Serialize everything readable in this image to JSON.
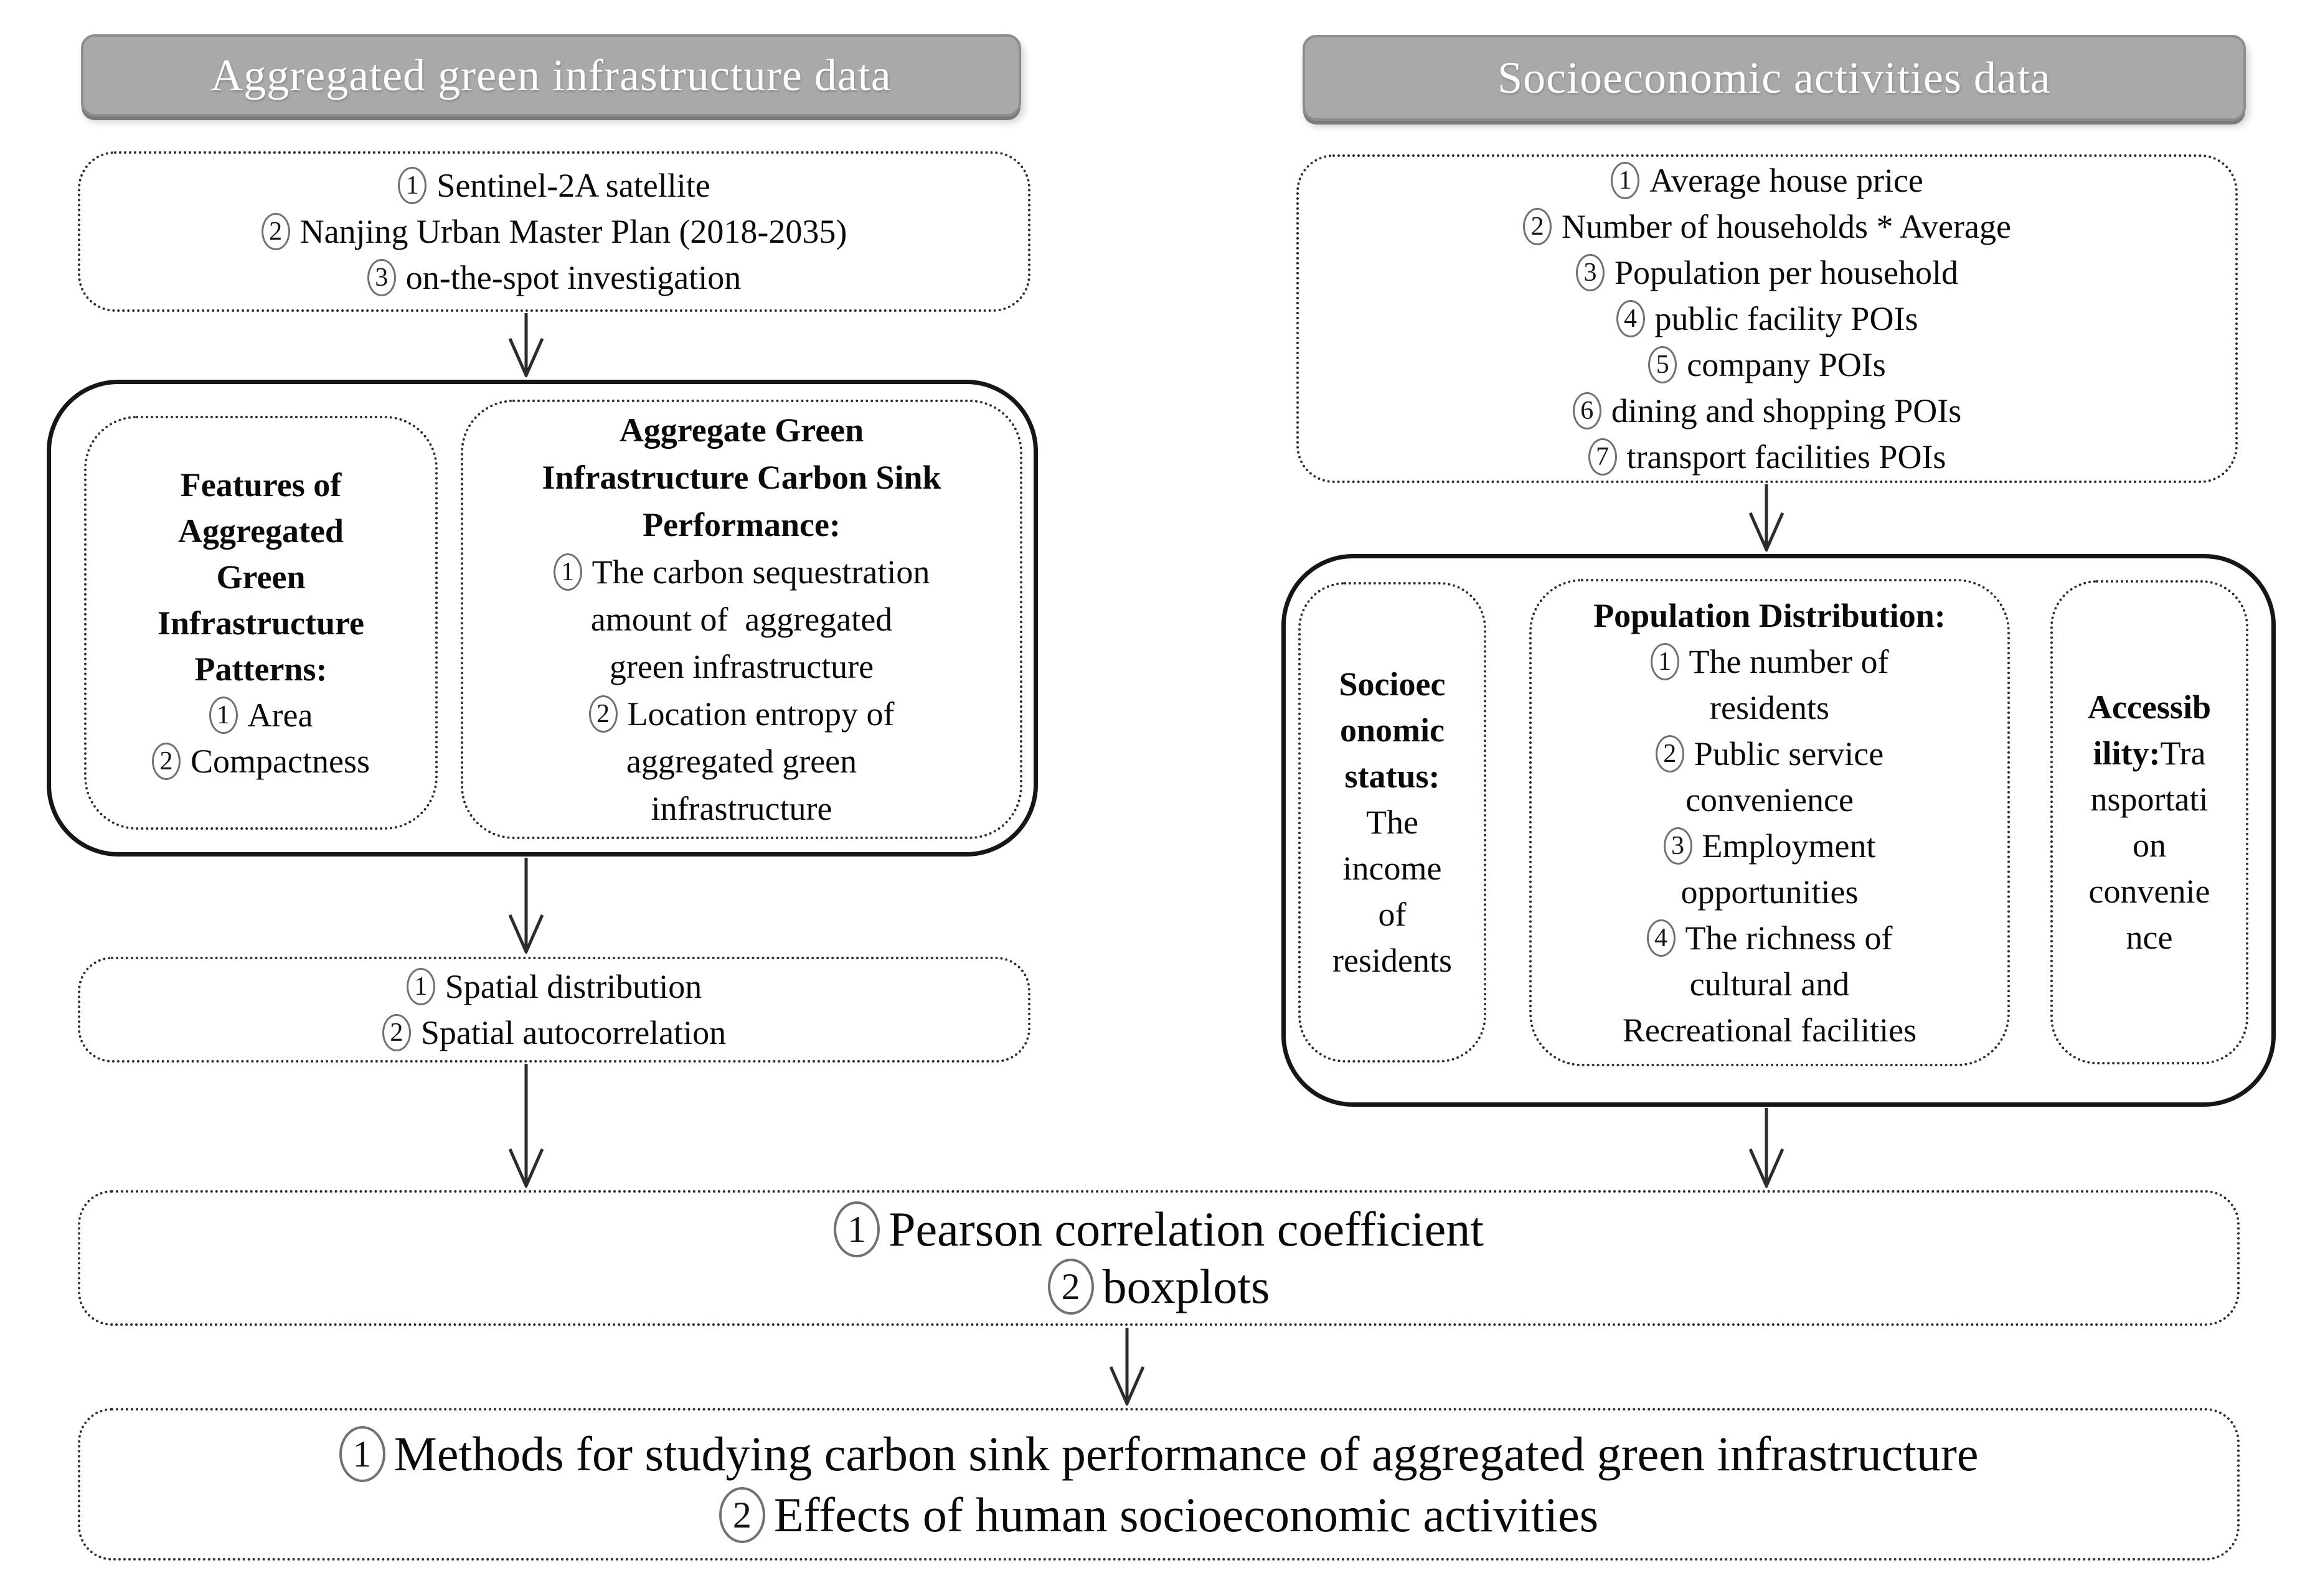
{
  "colors": {
    "background": "#ffffff",
    "header_bg": "#a9a9a9",
    "header_border": "#8d8d8d",
    "header_text": "#ffffff",
    "solid_box_border": "#161616",
    "dotted_border": "#2d2d2d",
    "text": "#0a0a0a",
    "circle_border": "#717171",
    "arrow": "#2c2c2c"
  },
  "left": {
    "header": "Aggregated green infrastructure data",
    "sources": {
      "items": [
        {
          "num": "1",
          "text": "Sentinel-2A satellite"
        },
        {
          "num": "2",
          "text": "Nanjing Urban Master Plan (2018-2035)"
        },
        {
          "num": "3",
          "text": "on-the-spot investigation"
        }
      ]
    },
    "features": {
      "title_lines": [
        "Features of",
        "Aggregated",
        "Green",
        "Infrastructure",
        "Patterns:"
      ],
      "items": [
        {
          "num": "1",
          "text": "Area"
        },
        {
          "num": "2",
          "text": "Compactness"
        }
      ]
    },
    "performance": {
      "title_lines": [
        "Aggregate Green",
        "Infrastructure Carbon Sink",
        "Performance:"
      ],
      "items": [
        {
          "num": "1",
          "lines": [
            "The carbon sequestration",
            "amount of  aggregated",
            "green infrastructure"
          ]
        },
        {
          "num": "2",
          "lines": [
            "Location entropy of",
            "aggregated green",
            "infrastructure"
          ]
        }
      ]
    },
    "spatial": {
      "items": [
        {
          "num": "1",
          "text": "Spatial distribution"
        },
        {
          "num": "2",
          "text": "Spatial autocorrelation"
        }
      ]
    }
  },
  "right": {
    "header": "Socioeconomic activities data",
    "sources": {
      "items": [
        {
          "num": "1",
          "text": "Average house price"
        },
        {
          "num": "2",
          "text": "Number of households * Average"
        },
        {
          "num": "3",
          "text": "Population per household"
        },
        {
          "num": "4",
          "text": "public facility POIs"
        },
        {
          "num": "5",
          "text": "company POIs"
        },
        {
          "num": "6",
          "text": "dining and shopping POIs"
        },
        {
          "num": "7",
          "text": "transport facilities POIs"
        }
      ]
    },
    "socioeconomic": {
      "title_lines": [
        "Socioec",
        "onomic",
        "status:"
      ],
      "body_lines": [
        "The",
        "income",
        "of",
        "residents"
      ]
    },
    "population": {
      "title": "Population Distribution:",
      "items": [
        {
          "num": "1",
          "lines": [
            "The number of",
            "residents"
          ]
        },
        {
          "num": "2",
          "lines": [
            "Public service",
            "convenience"
          ]
        },
        {
          "num": "3",
          "lines": [
            "Employment",
            "opportunities"
          ]
        },
        {
          "num": "4",
          "lines": [
            "The richness of",
            "cultural and",
            "Recreational facilities"
          ]
        }
      ]
    },
    "accessibility": {
      "lines": [
        {
          "bold": "Accessib",
          "rest": ""
        },
        {
          "bold": "ility:",
          "rest": "Tra"
        },
        {
          "bold": "",
          "rest": "nsportati"
        },
        {
          "bold": "",
          "rest": "on"
        },
        {
          "bold": "",
          "rest": "convenie"
        },
        {
          "bold": "",
          "rest": "nce"
        }
      ]
    }
  },
  "analysis": {
    "items": [
      {
        "num": "1",
        "text": "Pearson correlation coefficient"
      },
      {
        "num": "2",
        "text": "boxplots"
      }
    ]
  },
  "conclusion": {
    "items": [
      {
        "num": "1",
        "text": "Methods for studying carbon sink performance of aggregated green infrastructure"
      },
      {
        "num": "2",
        "text": "Effects of human socioeconomic activities"
      }
    ]
  }
}
